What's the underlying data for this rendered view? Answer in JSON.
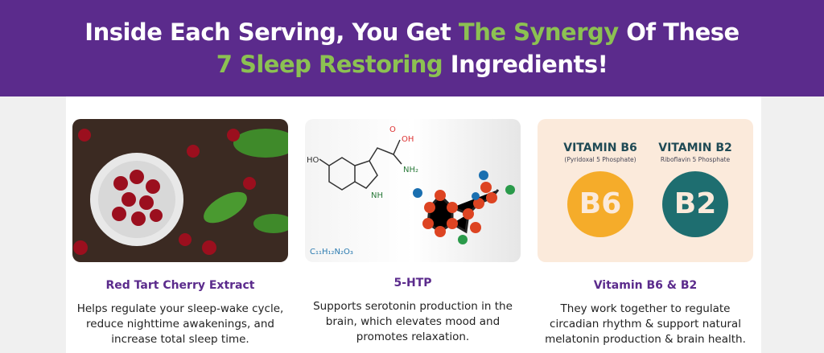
{
  "header": {
    "title_part1": "Inside Each Serving, You Get ",
    "title_highlight1": "The Synergy",
    "title_part2": " Of These ",
    "title_highlight2": "7 Sleep Restoring",
    "title_part3": " Ingredients!"
  },
  "ingredients": [
    {
      "name": "Red Tart Cherry Extract",
      "description": "Helps regulate your sleep-wake cycle, reduce nighttime awakenings, and increase total sleep time."
    },
    {
      "name": "5-HTP",
      "description": "Supports serotonin production in the brain, which elevates mood and promotes relaxation.",
      "image": {
        "oh": "OH",
        "o": "O",
        "nh2": "NH₂",
        "ho": "HO",
        "nh": "NH",
        "formula": "C₁₁H₁₂N₂O₃"
      }
    },
    {
      "name": "Vitamin B6 & B2",
      "description": "They work together to regulate circadian rhythm & support natural melatonin production & brain health.",
      "image": {
        "b6_title": "VITAMIN B6",
        "b6_sub": "(Pyridoxal 5 Phosphate)",
        "b6_badge": "B6",
        "b2_title": "VITAMIN B2",
        "b2_sub": "Riboflavin 5 Phosphate",
        "b2_badge": "B2"
      }
    }
  ],
  "colors": {
    "purple": "#5b2b8c",
    "green": "#8cc152",
    "b6": "#f5ac2a",
    "b2": "#1e6e70"
  }
}
